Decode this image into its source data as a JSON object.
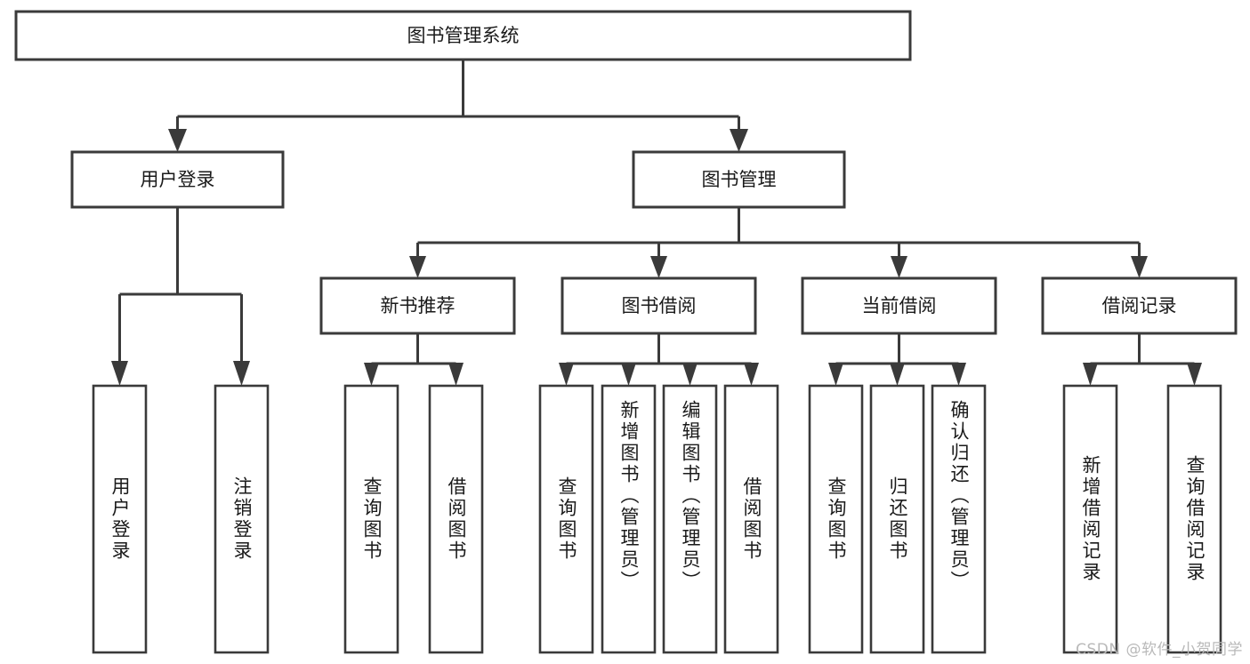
{
  "diagram": {
    "type": "tree",
    "title": "图书管理系统",
    "watermark": "CSDN @软件_小贺同学",
    "root": {
      "id": "root",
      "label": "图书管理系统",
      "orientation": "horizontal"
    },
    "level1": [
      {
        "id": "user-login",
        "label": "用户登录",
        "orientation": "horizontal"
      },
      {
        "id": "book-manage",
        "label": "图书管理",
        "orientation": "horizontal"
      }
    ],
    "level2": [
      {
        "id": "new-book-recommend",
        "label": "新书推荐",
        "parent": "book-manage",
        "orientation": "horizontal"
      },
      {
        "id": "book-borrow",
        "label": "图书借阅",
        "parent": "book-manage",
        "orientation": "horizontal"
      },
      {
        "id": "current-borrow",
        "label": "当前借阅",
        "parent": "book-manage",
        "orientation": "horizontal"
      },
      {
        "id": "borrow-record",
        "label": "借阅记录",
        "parent": "book-manage",
        "orientation": "horizontal"
      }
    ],
    "leaves": [
      {
        "id": "leaf-user-login",
        "label": "用户登录",
        "parent": "user-login",
        "orientation": "vertical"
      },
      {
        "id": "leaf-user-logout",
        "label": "注销登录",
        "parent": "user-login",
        "orientation": "vertical"
      },
      {
        "id": "leaf-query-book-1",
        "label": "查询图书",
        "parent": "new-book-recommend",
        "orientation": "vertical"
      },
      {
        "id": "leaf-borrow-book-1",
        "label": "借阅图书",
        "parent": "new-book-recommend",
        "orientation": "vertical"
      },
      {
        "id": "leaf-query-book-2",
        "label": "查询图书",
        "parent": "book-borrow",
        "orientation": "vertical"
      },
      {
        "id": "leaf-add-book",
        "label": "新增图书（管理员）",
        "parent": "book-borrow",
        "orientation": "vertical"
      },
      {
        "id": "leaf-edit-book",
        "label": "编辑图书（管理员）",
        "parent": "book-borrow",
        "orientation": "vertical"
      },
      {
        "id": "leaf-borrow-book-2",
        "label": "借阅图书",
        "parent": "book-borrow",
        "orientation": "vertical"
      },
      {
        "id": "leaf-query-book-3",
        "label": "查询图书",
        "parent": "current-borrow",
        "orientation": "vertical"
      },
      {
        "id": "leaf-return-book",
        "label": "归还图书",
        "parent": "current-borrow",
        "orientation": "vertical"
      },
      {
        "id": "leaf-confirm-return",
        "label": "确认归还（管理员）",
        "parent": "current-borrow",
        "orientation": "vertical"
      },
      {
        "id": "leaf-add-record",
        "label": "新增借阅记录",
        "parent": "borrow-record",
        "orientation": "vertical"
      },
      {
        "id": "leaf-query-record",
        "label": "查询借阅记录",
        "parent": "borrow-record",
        "orientation": "vertical"
      }
    ],
    "colors": {
      "stroke": "#3a3a3a",
      "fill": "#ffffff",
      "text": "#1a1a1a",
      "watermark": "#b9b9b9"
    }
  }
}
